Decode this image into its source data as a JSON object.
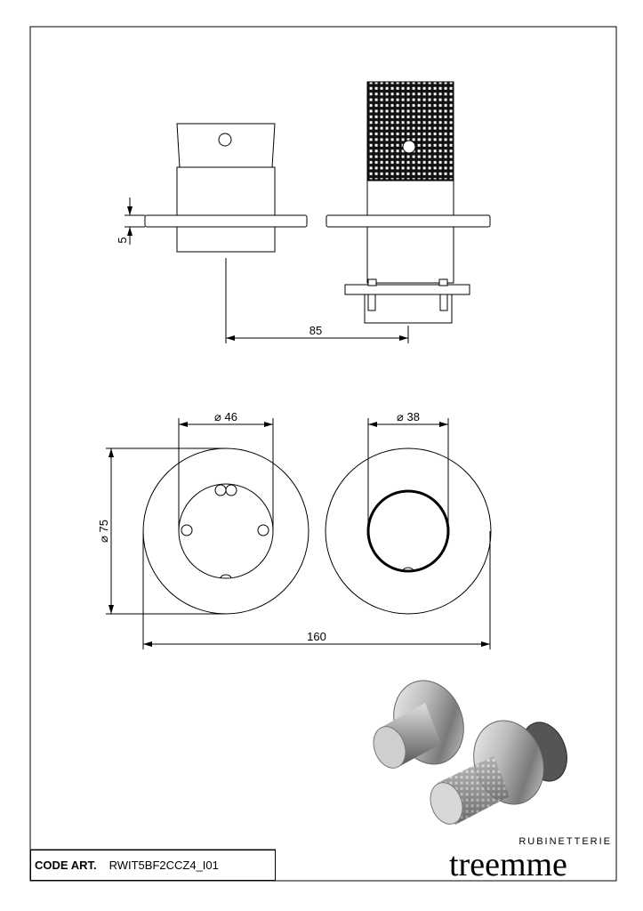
{
  "dimensions": {
    "flange_thickness": "5",
    "depth": "85",
    "left_knob_diameter": "⌀ 46",
    "right_knob_diameter": "⌀ 38",
    "plate_diameter": "⌀ 75",
    "total_width": "160"
  },
  "title_block": {
    "code_label": "CODE ART.",
    "code_value": "RWIT5BF2CCZ4_I01"
  },
  "brand": {
    "subtitle": "RUBINETTERIE",
    "name": "treemme"
  }
}
